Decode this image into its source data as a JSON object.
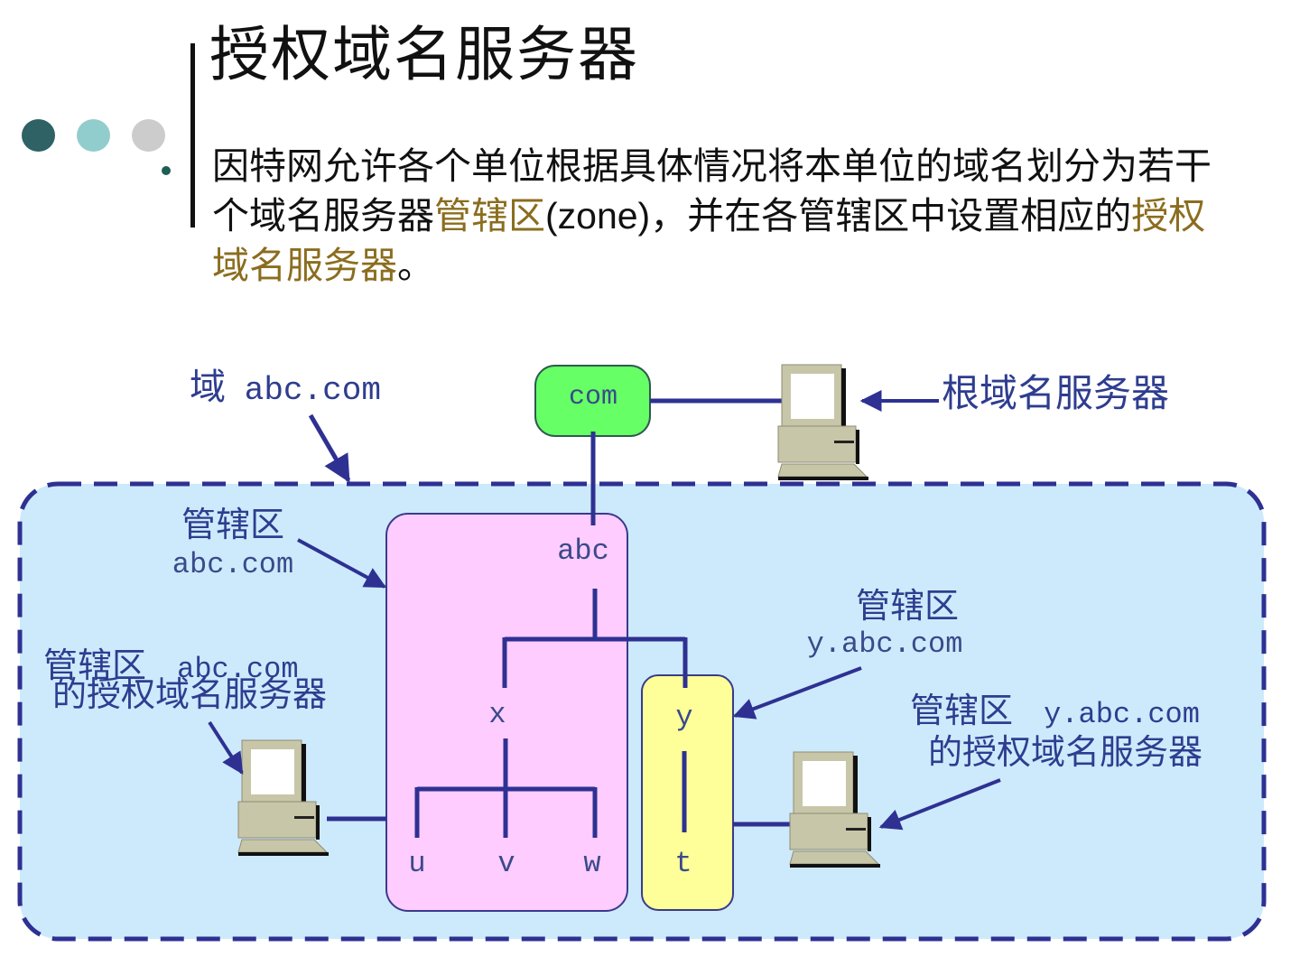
{
  "slide": {
    "title": "授权域名服务器",
    "paragraph": {
      "part1": "因特网允许各个单位根据具体情况将本单位的域名划分为若干个域名服务器",
      "highlight1": "管辖区",
      "part2": "(zone)，并在各管辖区中设置相应的",
      "highlight2": "授权域名服务器",
      "part3": "。"
    },
    "colors": {
      "highlight_text": "#8a6d1e",
      "dot_dark": "#2e6265",
      "dot_teal": "#92cdcd",
      "dot_gray": "#cccccc"
    }
  },
  "diagram": {
    "domain_label": {
      "prefix": "域",
      "name": "abc.com"
    },
    "root_server_label": "根域名服务器",
    "nodes": {
      "com": "com",
      "abc": "abc",
      "x": "x",
      "y": "y",
      "u": "u",
      "v": "v",
      "w": "w",
      "t": "t"
    },
    "zone_abc_label": {
      "title": "管辖区",
      "name": "abc.com"
    },
    "zone_y_label": {
      "title": "管辖区",
      "name": "y.abc.com"
    },
    "server_abc_label": {
      "line1_prefix": "管辖区",
      "line1_name": "abc.com",
      "line2": "的授权域名服务器"
    },
    "server_y_label": {
      "line1_prefix": "管辖区",
      "line1_name": "y.abc.com",
      "line2": "的授权域名服务器"
    },
    "colors": {
      "line": "#2e3192",
      "label_text": "#2e3d8f",
      "domain_bg": "#cdeafc",
      "zone_abc_fill": "#ffccff",
      "zone_y_fill": "#ffff99",
      "com_fill": "#66ff66",
      "computer_body": "#c8c6a8"
    }
  }
}
